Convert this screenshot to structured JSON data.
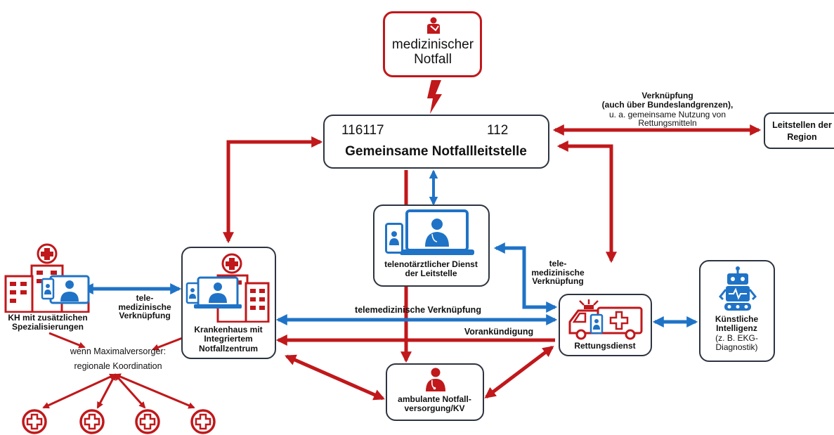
{
  "emergency": {
    "line1": "medizinischer",
    "line2": "Notfall"
  },
  "control_center": {
    "num_left": "116117",
    "num_right": "112",
    "title": "Gemeinsame Notfallleitstelle"
  },
  "link_note": {
    "line1": "Verknüpfung",
    "line2": "(auch über Bundeslandgrenzen),",
    "line3": "u. a. gemeinsame Nutzung von",
    "line4": "Rettungsmitteln"
  },
  "regional_centers": {
    "line1": "Leitstellen der",
    "line2": "Region"
  },
  "telenotarzt": {
    "line1": "telenotärztlicher Dienst",
    "line2": "der Leitstelle"
  },
  "tele_link_right": {
    "line1": "tele-",
    "line2": "medizinische",
    "line3": "Verknüpfung"
  },
  "tele_link_left": {
    "line1": "tele-",
    "line2": "medizinische",
    "line3": "Verknüpfung"
  },
  "specialist_hospital": {
    "line1": "KH mit zusätzlichen",
    "line2": "Spezialisierungen"
  },
  "hospital": {
    "line1": "Krankenhaus mit",
    "line2": "Integriertem",
    "line3": "Notfallzentrum"
  },
  "tele_link_center": "telemedizinische Verknüpfung",
  "pre_announcement": "Vorankündigung",
  "rescue_service": "Rettungsdienst",
  "ai": {
    "line1": "Künstliche",
    "line2": "Intelligenz",
    "line3": "(z. B. EKG-",
    "line4": "Diagnostik)"
  },
  "outpatient": {
    "line1": "ambulante Notfall-",
    "line2": "versorgung/KV"
  },
  "max_care": {
    "line1": "wenn Maximalversorger:",
    "line2": "regionale Koordination"
  },
  "colors": {
    "red": "#c0181b",
    "blue": "#1f73c6",
    "border": "#2d3440"
  }
}
